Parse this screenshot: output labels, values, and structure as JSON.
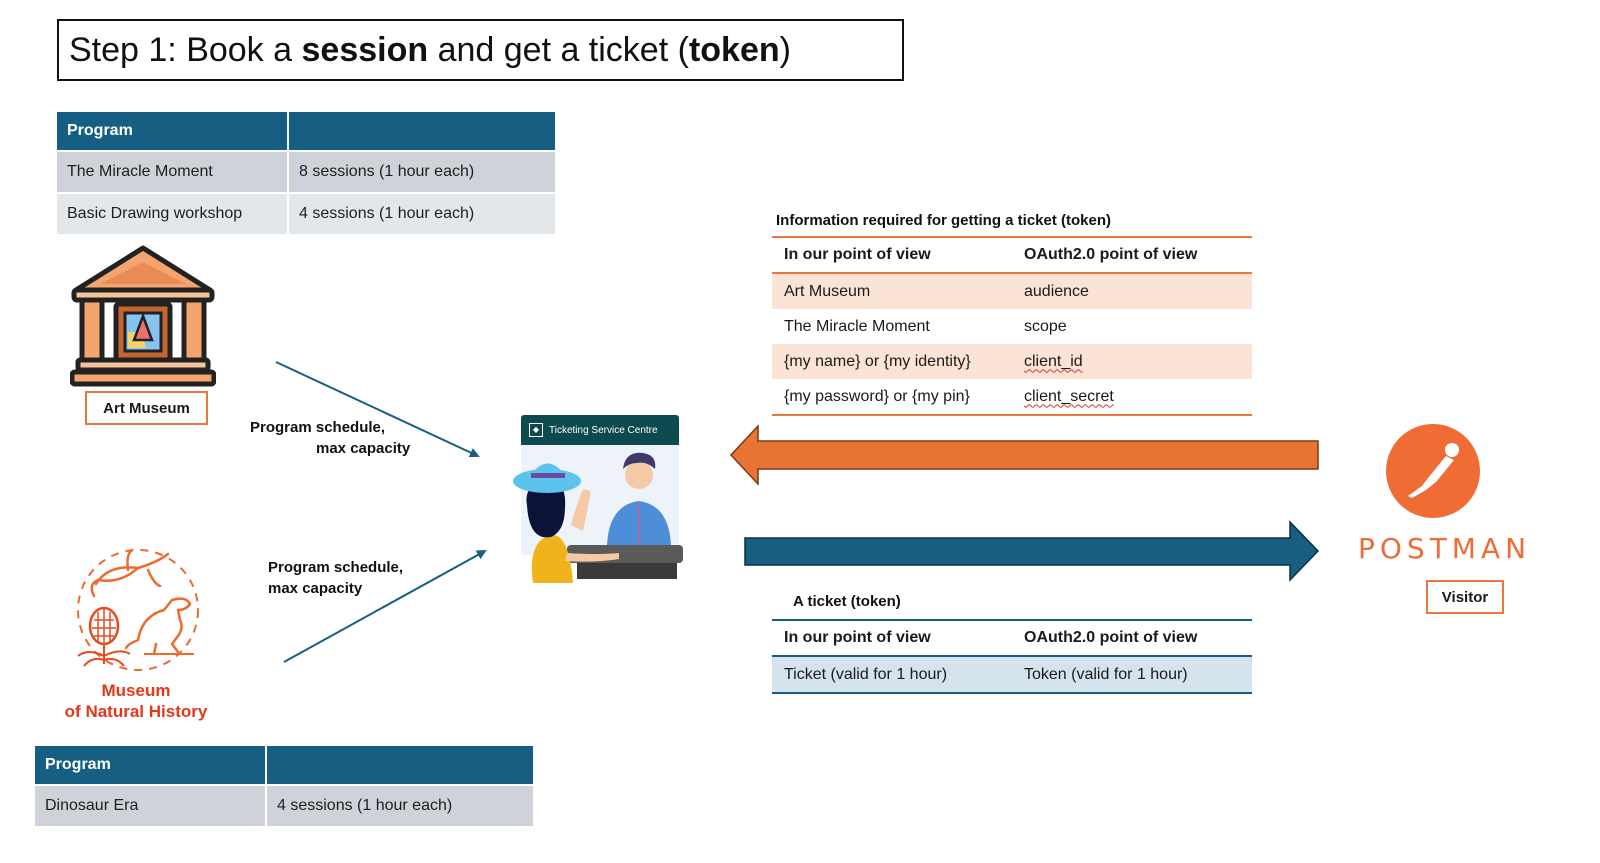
{
  "title": {
    "parts": [
      {
        "text": "Step 1: Book a ",
        "bold": false
      },
      {
        "text": "session",
        "bold": true
      },
      {
        "text": " and get a ticket (",
        "bold": false
      },
      {
        "text": "token",
        "bold": true
      },
      {
        "text": ")",
        "bold": false
      }
    ]
  },
  "art_museum": {
    "label": "Art Museum",
    "icon": "museum-building-icon",
    "programs_table": {
      "headers": [
        "Program",
        ""
      ],
      "rows": [
        [
          "The Miracle Moment",
          "8 sessions (1 hour each)"
        ],
        [
          "Basic Drawing workshop",
          "4 sessions (1 hour each)"
        ]
      ]
    },
    "arrow_caption": [
      "Program schedule,",
      "max capacity"
    ]
  },
  "natural_history": {
    "label_line1": "Museum",
    "label_line2": "of Natural History",
    "icon": "natural-history-icon",
    "programs_table": {
      "headers": [
        "Program",
        ""
      ],
      "rows": [
        [
          "Dinosaur Era",
          "4 sessions (1 hour each)"
        ]
      ]
    },
    "arrow_caption": [
      "Program schedule,",
      "max capacity"
    ]
  },
  "ticketing": {
    "sign_text": "Ticketing Service Centre",
    "icon": "ticketing-counter-illustration"
  },
  "request_table": {
    "caption": "Information required for getting a ticket (token)",
    "headers": [
      "In our point of view",
      "OAuth2.0 point of view"
    ],
    "rows": [
      [
        "Art Museum",
        "audience"
      ],
      [
        "The Miracle Moment",
        "scope"
      ],
      [
        "{my name} or {my identity}",
        "client_id"
      ],
      [
        "{my password} or {my pin}",
        "client_secret"
      ]
    ]
  },
  "response_table": {
    "caption": "A ticket (token)",
    "headers": [
      "In our point of view",
      "OAuth2.0 point of view"
    ],
    "rows": [
      [
        "Ticket (valid for 1 hour)",
        "Token (valid for 1 hour)"
      ]
    ]
  },
  "postman": {
    "wordmark": "POSTMAN",
    "role_label": "Visitor",
    "icon": "postman-logo-icon"
  },
  "colors": {
    "brand_blue": "#175f82",
    "brand_orange": "#e9783d",
    "postman_orange": "#ef6c35",
    "natural_history_red": "#e2381b"
  }
}
